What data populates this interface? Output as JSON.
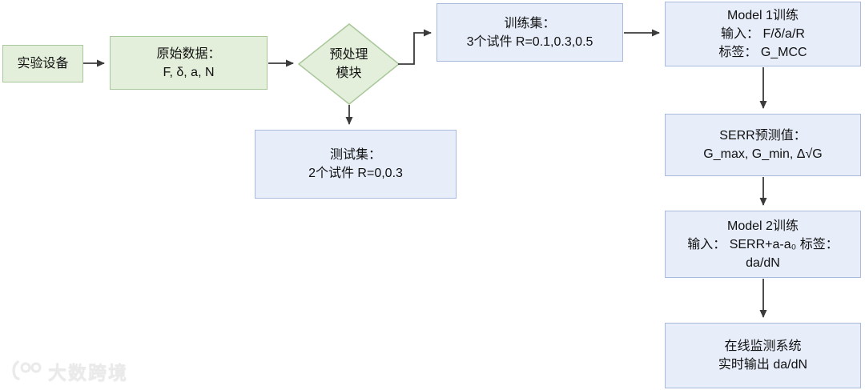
{
  "diagram": {
    "kind": "flowchart",
    "nodes": [
      {
        "id": "equipment",
        "shape": "rect",
        "style": "green",
        "lines": [
          "实验设备"
        ]
      },
      {
        "id": "raw-data",
        "shape": "rect",
        "style": "green",
        "lines": [
          "原始数据：",
          "F, δ, a, N"
        ]
      },
      {
        "id": "preprocess",
        "shape": "diamond",
        "style": "green",
        "lines": [
          "预处理",
          "模块"
        ]
      },
      {
        "id": "training-set",
        "shape": "rect",
        "style": "blue",
        "lines": [
          "训练集：",
          "3个试件 R=0.1,0.3,0.5"
        ]
      },
      {
        "id": "test-set",
        "shape": "rect",
        "style": "blue",
        "lines": [
          "测试集：",
          "2个试件 R=0,0.3"
        ]
      },
      {
        "id": "model1",
        "shape": "rect",
        "style": "blue",
        "lines": [
          "Model 1训练",
          "输入： F/δ/a/R",
          "标签： G_MCC"
        ]
      },
      {
        "id": "serr",
        "shape": "rect",
        "style": "blue",
        "lines": [
          "SERR预测值：",
          "G_max, G_min, Δ√G"
        ]
      },
      {
        "id": "model2",
        "shape": "rect",
        "style": "blue",
        "lines": [
          "Model 2训练",
          "输入： SERR+a-a₀ 标签：",
          "da/dN"
        ]
      },
      {
        "id": "online",
        "shape": "rect",
        "style": "blue",
        "lines": [
          "在线监测系统",
          "实时输出 da/dN"
        ]
      }
    ],
    "edges": [
      {
        "from": "equipment",
        "to": "raw-data"
      },
      {
        "from": "raw-data",
        "to": "preprocess"
      },
      {
        "from": "preprocess",
        "to": "training-set"
      },
      {
        "from": "preprocess",
        "to": "test-set"
      },
      {
        "from": "training-set",
        "to": "model1"
      },
      {
        "from": "model1",
        "to": "serr"
      },
      {
        "from": "serr",
        "to": "model2"
      },
      {
        "from": "model2",
        "to": "online"
      }
    ],
    "colors": {
      "green_fill": "#e3efda",
      "green_border": "#a8c79a",
      "blue_fill": "#e7eefa",
      "blue_border": "#a9badc",
      "arrow": "#3b3b3b",
      "text": "#111111"
    }
  },
  "watermark": {
    "logo": "100-swoosh-logo",
    "text": "大数跨境"
  }
}
